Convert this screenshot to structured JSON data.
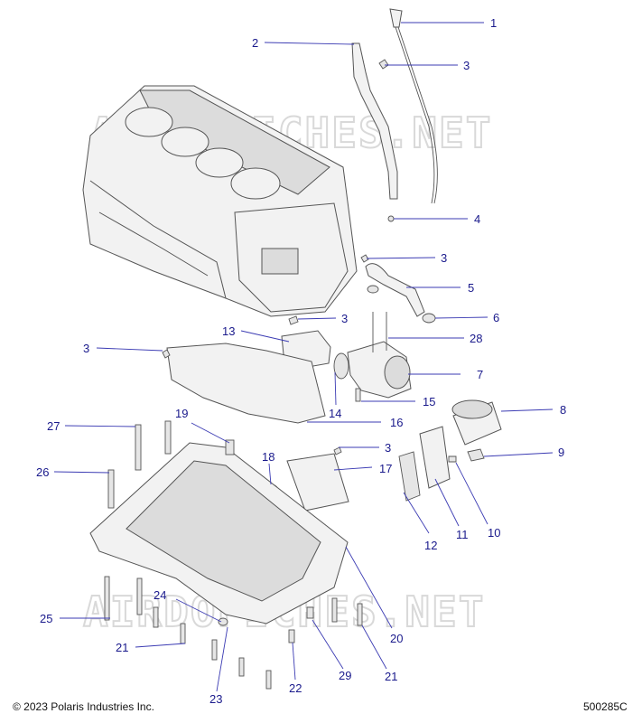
{
  "watermark": "AIRDOFICHES.NET",
  "copyright": "© 2023 Polaris Industries Inc.",
  "doc_number": "500285C",
  "callouts": [
    {
      "num": "1"
    },
    {
      "num": "2"
    },
    {
      "num": "3"
    },
    {
      "num": "4"
    },
    {
      "num": "3"
    },
    {
      "num": "5"
    },
    {
      "num": "6"
    },
    {
      "num": "3"
    },
    {
      "num": "28"
    },
    {
      "num": "13"
    },
    {
      "num": "3"
    },
    {
      "num": "7"
    },
    {
      "num": "14"
    },
    {
      "num": "15"
    },
    {
      "num": "16"
    },
    {
      "num": "8"
    },
    {
      "num": "19"
    },
    {
      "num": "27"
    },
    {
      "num": "3"
    },
    {
      "num": "9"
    },
    {
      "num": "18"
    },
    {
      "num": "17"
    },
    {
      "num": "26"
    },
    {
      "num": "12"
    },
    {
      "num": "11"
    },
    {
      "num": "10"
    },
    {
      "num": "24"
    },
    {
      "num": "25"
    },
    {
      "num": "20"
    },
    {
      "num": "21"
    },
    {
      "num": "29"
    },
    {
      "num": "21"
    },
    {
      "num": "22"
    },
    {
      "num": "23"
    }
  ]
}
